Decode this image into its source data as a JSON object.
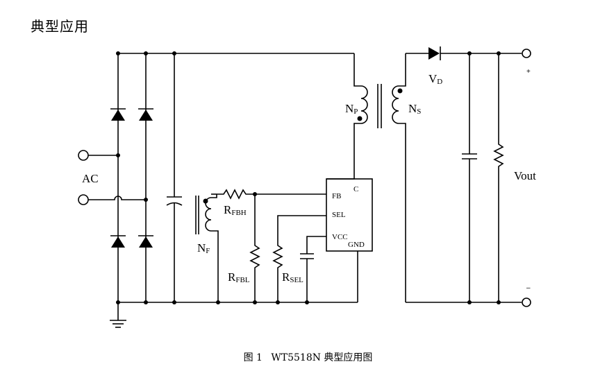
{
  "heading": "典型应用",
  "caption": {
    "figure": "图 1",
    "text": "WT5518N 典型应用图"
  },
  "labels": {
    "ac": "AC",
    "np_main": "N",
    "np_sub": "P",
    "ns_main": "N",
    "ns_sub": "S",
    "nf_main": "N",
    "nf_sub": "F",
    "vd_main": "V",
    "vd_sub": "D",
    "rfbh_main": "R",
    "rfbh_sub": "FBH",
    "rfbl_main": "R",
    "rfbl_sub": "FBL",
    "rsel_main": "R",
    "rsel_sub": "SEL",
    "vout": "Vout",
    "plus": "+",
    "minus": "–"
  },
  "ic": {
    "pins": {
      "c": "C",
      "fb": "FB",
      "sel": "SEL",
      "vcc": "VCC",
      "gnd": "GND"
    }
  }
}
